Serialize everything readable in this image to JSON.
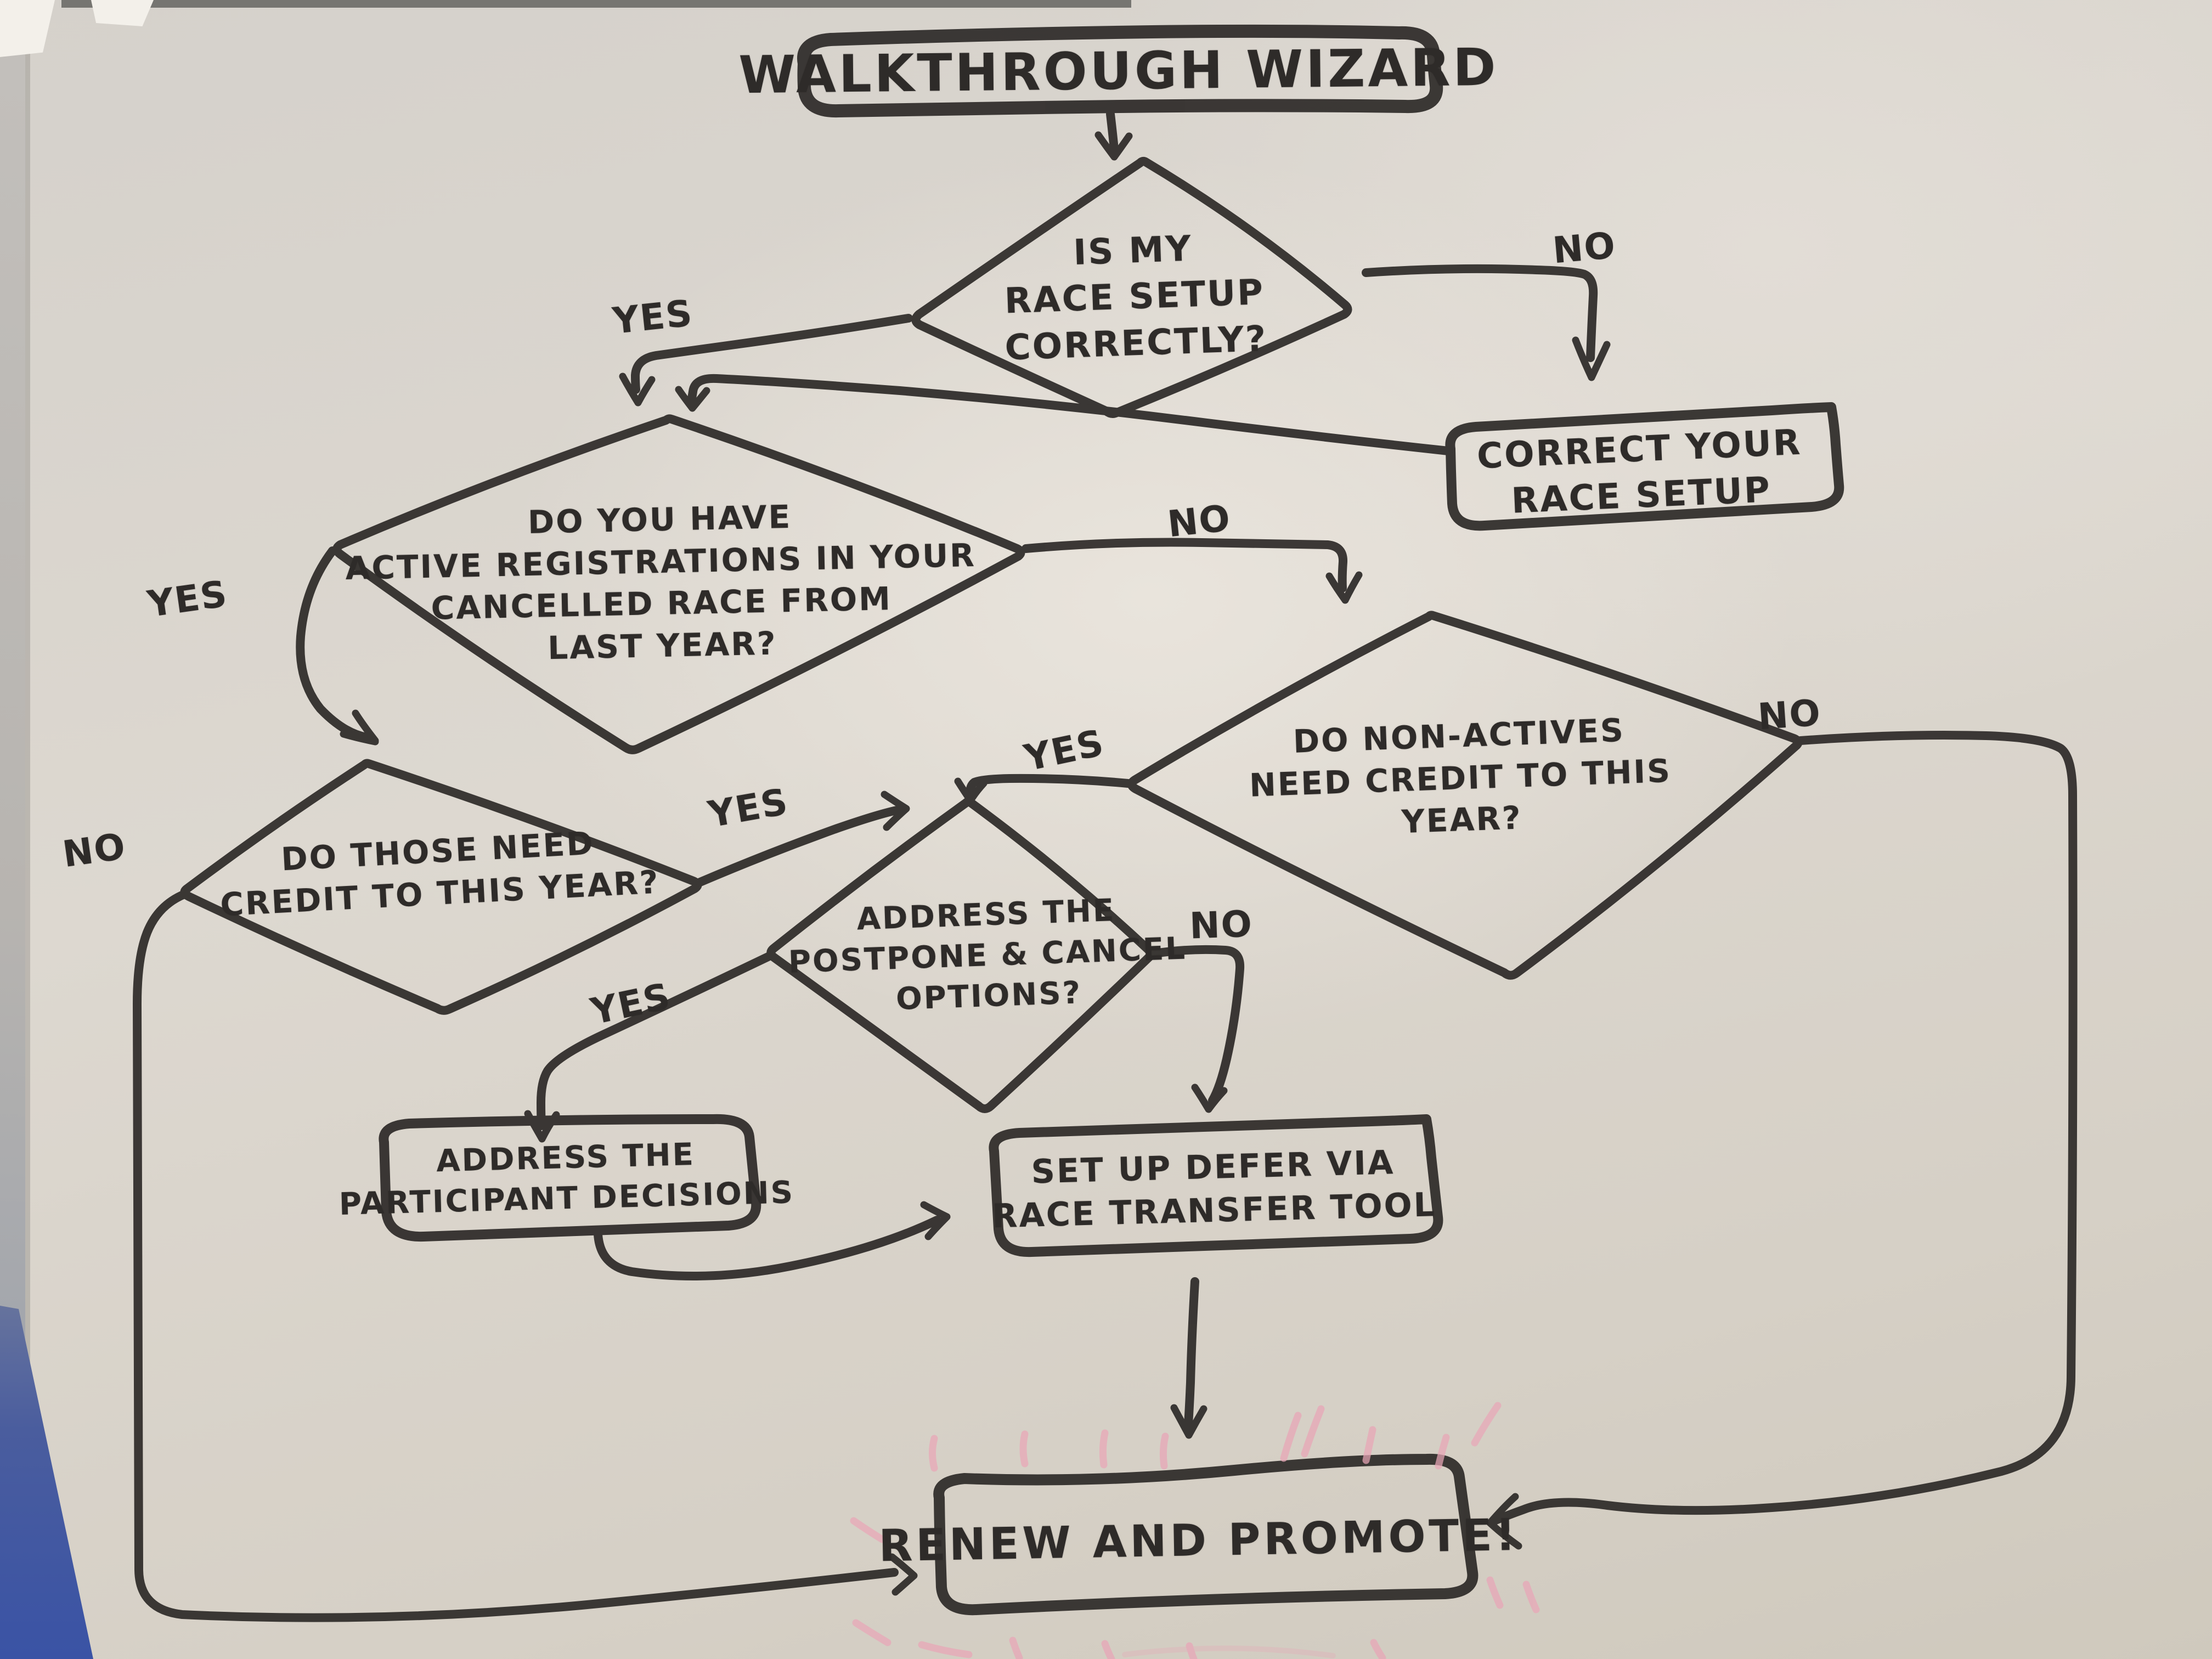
{
  "colors": {
    "ink": "#2e2b29",
    "pink": "#e9a6b7",
    "paper": "#ddd8d0",
    "board_edge_gray": "#b7b4b0",
    "wall_blue": "#3f57a3",
    "top_band_gray": "#6e6c69"
  },
  "title": "WALKTHROUGH WIZARD",
  "nodes": {
    "race_setup_q": {
      "type": "decision",
      "label": "IS MY\nRACE SETUP\nCORRECTLY?"
    },
    "correct_setup": {
      "type": "process",
      "label": "CORRECT YOUR\nRACE SETUP"
    },
    "active_regs_q": {
      "type": "decision",
      "label": "DO YOU HAVE\nACTIVE REGISTRATIONS IN YOUR\nCANCELLED RACE FROM\nLAST YEAR?"
    },
    "non_actives_q": {
      "type": "decision",
      "label": "DO NON-ACTIVES\nNEED CREDIT TO THIS\nYEAR?"
    },
    "those_credit_q": {
      "type": "decision",
      "label": "DO THOSE NEED\nCREDIT TO THIS YEAR?"
    },
    "postpone_cancel_q": {
      "type": "decision",
      "label": "ADDRESS THE\nPOSTPONE & CANCEL\nOPTIONS?"
    },
    "participant_decisions": {
      "type": "process",
      "label": "ADDRESS THE\nPARTICIPANT DECISIONS"
    },
    "defer_tool": {
      "type": "process",
      "label": "SET UP DEFER VIA\nRACE TRANSFER TOOL"
    },
    "renew_promote": {
      "type": "terminal",
      "label": "RENEW AND PROMOTE!"
    }
  },
  "edge_labels": {
    "setup_yes": "YES",
    "setup_no": "NO",
    "regs_yes": "YES",
    "regs_no": "NO",
    "nonactives_yes": "YES",
    "nonactives_no": "NO",
    "those_yes": "YES",
    "those_no": "NO",
    "postpone_yes": "YES",
    "postpone_no": "NO"
  }
}
